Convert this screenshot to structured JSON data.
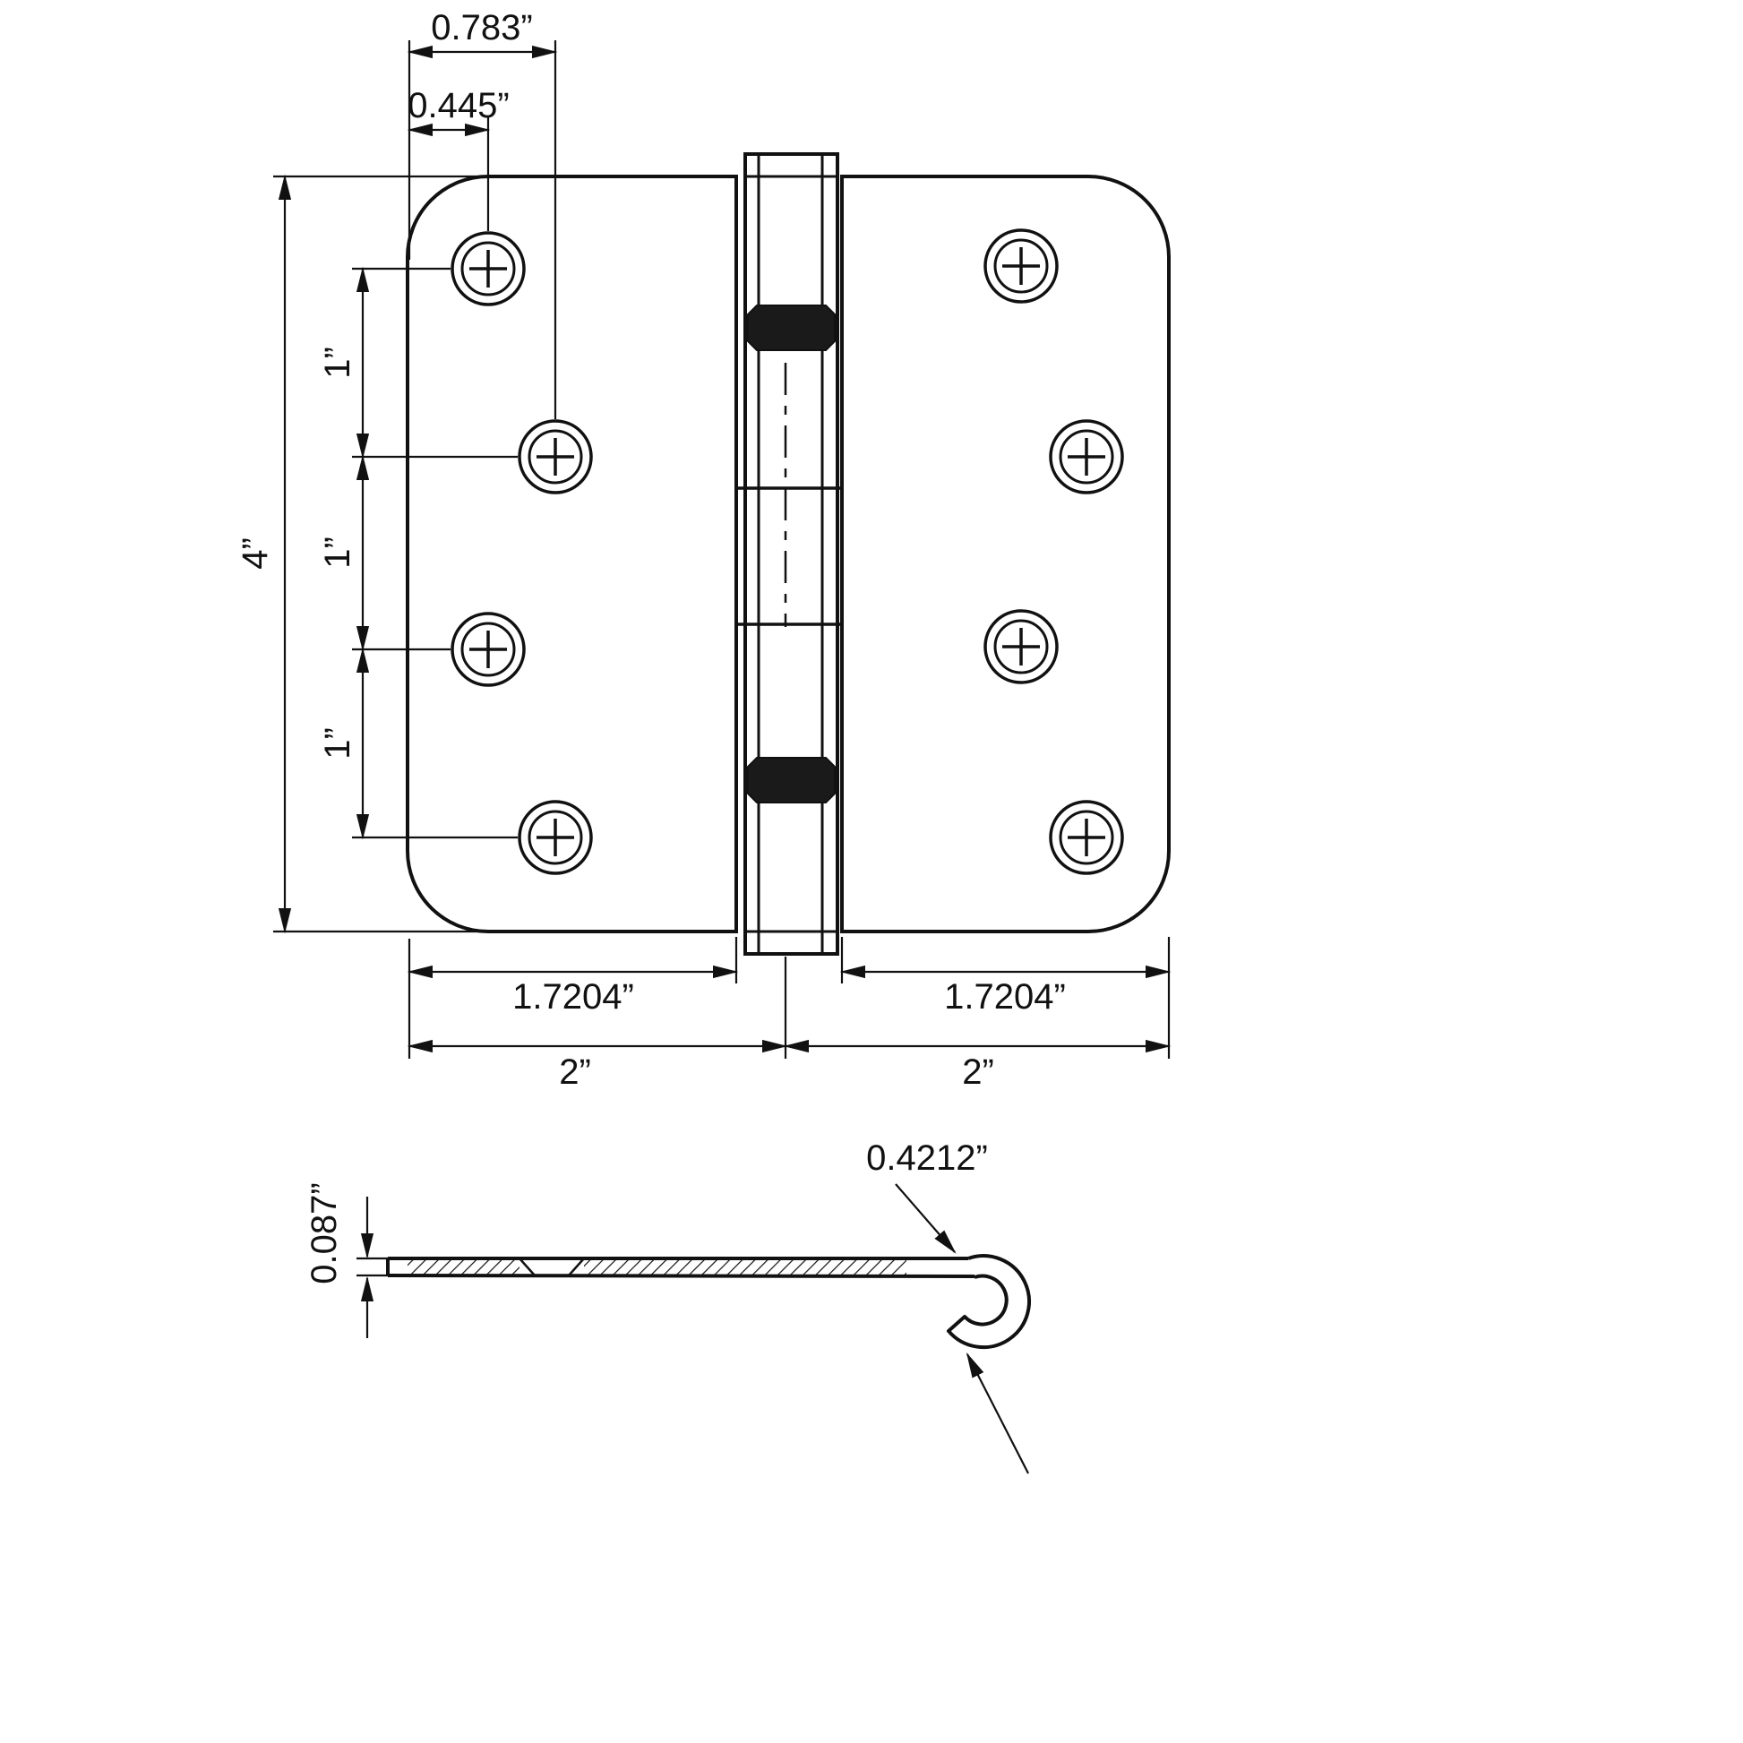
{
  "top_view": {
    "dims": {
      "offset_outer": "0.783”",
      "offset_inner": "0.445”",
      "height": "4”",
      "spacing_1": "1”",
      "spacing_2": "1”",
      "spacing_3": "1”",
      "leaf_left": "1.7204”",
      "leaf_right": "1.7204”",
      "half_left": "2”",
      "half_right": "2”"
    }
  },
  "side_view": {
    "dims": {
      "thickness": "0.087”",
      "curl_diameter": "0.4212”"
    }
  }
}
